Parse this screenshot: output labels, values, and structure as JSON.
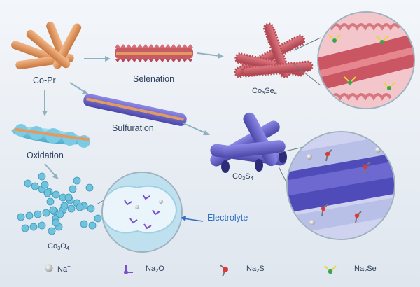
{
  "labels": {
    "precursor": "Co-Pr",
    "selenation": "Selenation",
    "sulfuration": "Sulfuration",
    "oxidation": "Oxidation",
    "electrolyte": "Electrolyte"
  },
  "products": {
    "selenide": {
      "base": "Co",
      "sub1": "3",
      "mid": "Se",
      "sub2": "4"
    },
    "sulfide": {
      "base": "Co",
      "sub1": "3",
      "mid": "S",
      "sub2": "4"
    },
    "oxide": {
      "base": "Co",
      "sub1": "3",
      "mid": "O",
      "sub2": "4"
    }
  },
  "legend": [
    {
      "key": "na_ion",
      "base": "Na",
      "sup": "+",
      "sub": "",
      "tail": "",
      "color": "#b9b9b9"
    },
    {
      "key": "na2o",
      "base": "Na",
      "sup": "",
      "sub": "2",
      "tail": "O",
      "color": "#7b4fc9"
    },
    {
      "key": "na2s",
      "base": "Na",
      "sup": "",
      "sub": "2",
      "tail": "S",
      "color": "#d93a3a"
    },
    {
      "key": "na2se",
      "base": "Na",
      "sup": "",
      "sub": "2",
      "tail": "Se",
      "color": "#e6d63a"
    }
  ],
  "colors": {
    "precursor": "#e39a62",
    "selenide": "#d0606a",
    "sulfide": "#6f6bd0",
    "oxide": "#6fc3dd",
    "arrow": "#8fb2c2",
    "background": "#eef3f8"
  }
}
